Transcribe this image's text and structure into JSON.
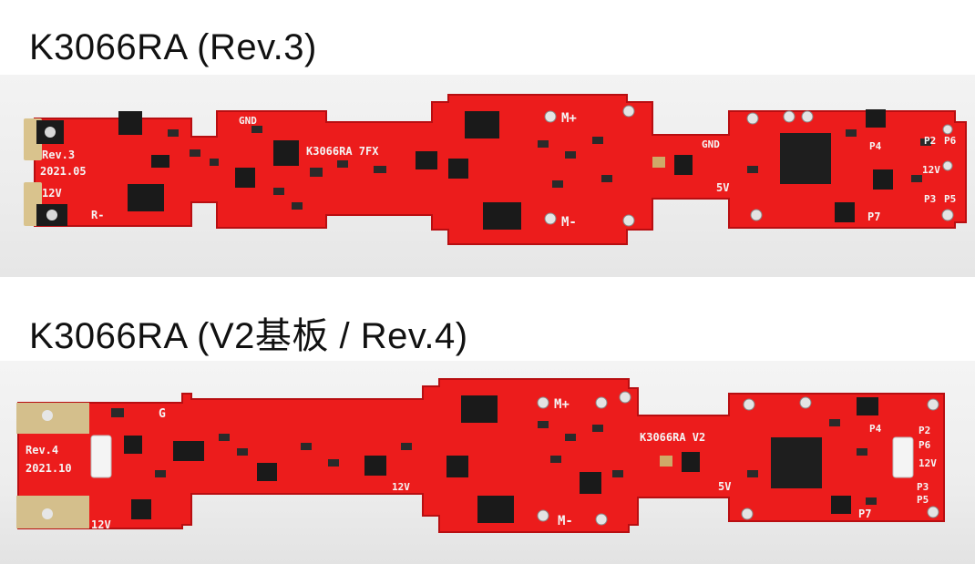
{
  "boards": [
    {
      "title": "K3066RA (Rev.3)",
      "silkscreen": {
        "rev": "Rev.3",
        "date": "2021.05",
        "v12_left": "12V",
        "r_minus": "R-",
        "gnd_left": "GND",
        "name": "K3066RA 7FX",
        "m_plus": "M+",
        "m_minus": "M-",
        "gnd_right": "GND",
        "v5": "5V",
        "p4": "P4",
        "p6": "P6",
        "p2": "P2",
        "v12_right": "12V",
        "p3": "P3",
        "p5": "P5",
        "p7": "P7"
      }
    },
    {
      "title": "K3066RA (V2基板 / Rev.4)",
      "silkscreen": {
        "rev": "Rev.4",
        "date": "2021.10",
        "v12_left": "12V",
        "g": "G",
        "v12_mid": "12V",
        "name": "K3066RA V2",
        "m_plus": "M+",
        "m_minus": "M-",
        "v5": "5V",
        "p4": "P4",
        "p2": "P2",
        "p6": "P6",
        "v12_right": "12V",
        "p3": "P3",
        "p5": "P5",
        "p7": "P7"
      }
    }
  ],
  "colors": {
    "pcb_red": "#ec1c1c",
    "pcb_edge": "#c90f12",
    "gold": "#d9c38d",
    "chip": "#1a1a1a"
  }
}
